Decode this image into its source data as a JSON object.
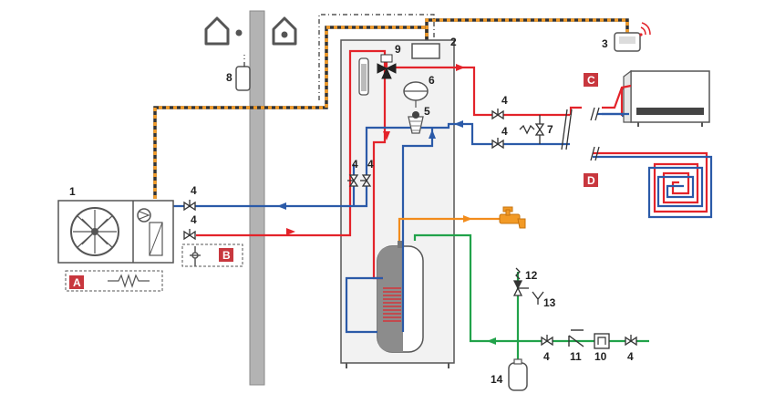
{
  "colors": {
    "hot": "#e3232a",
    "cold": "#2b5aa8",
    "dhw": "#f28c1c",
    "potable": "#21a24a",
    "cable_a": "#f29a26",
    "cable_b": "#333333",
    "badge": "#c8373e",
    "wall": "#b3b3b3",
    "unit_fill": "#f2f2f2",
    "unit_stroke": "#555555"
  },
  "labels": {
    "n1": "1",
    "n2": "2",
    "n3": "3",
    "n4": "4",
    "n5": "5",
    "n6": "6",
    "n7": "7",
    "n8": "8",
    "n9": "9",
    "n10": "10",
    "n11": "11",
    "n12": "12",
    "n13": "13",
    "n14": "14"
  },
  "badges": {
    "a": "A",
    "b": "B",
    "c": "C",
    "d": "D"
  },
  "icons": [
    "house-outdoor-icon",
    "house-indoor-icon",
    "outdoor-sensor-icon",
    "wifi-controller-icon",
    "fan-icon",
    "pump-icon",
    "heating-resistor-icon",
    "three-way-valve-icon",
    "expansion-vessel-icon",
    "filter-icon",
    "shutoff-valve-icon",
    "bypass-valve-icon",
    "check-valve-icon",
    "pressure-reducer-icon",
    "safety-valve-icon",
    "drain-funnel-icon",
    "water-tap-icon",
    "fan-coil-icon",
    "floor-heating-icon"
  ]
}
